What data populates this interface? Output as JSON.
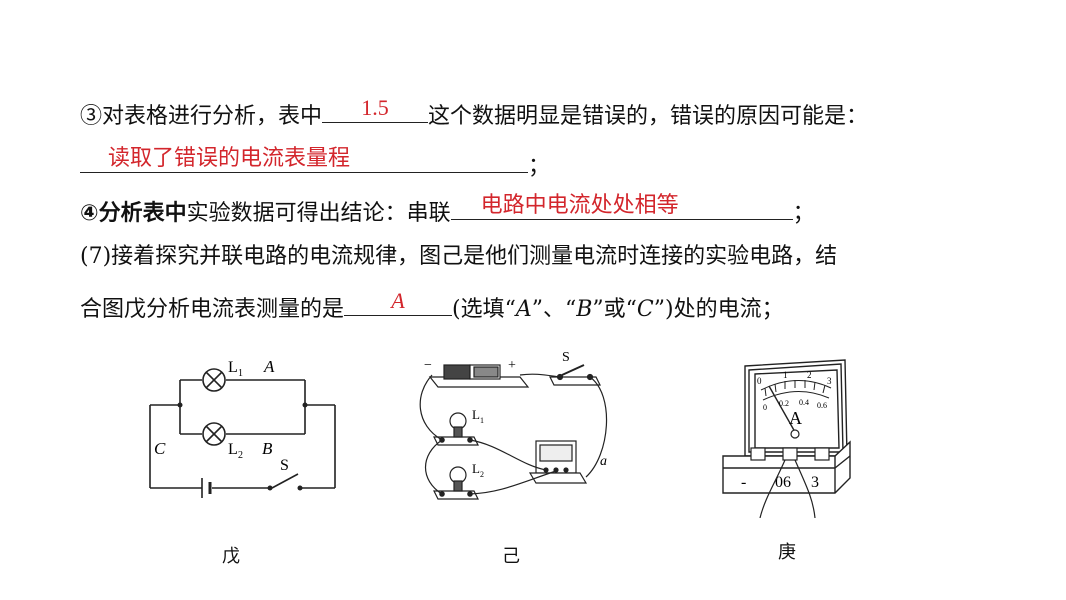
{
  "line1": {
    "prefix": "③对表格进行分析，表中",
    "answer": "1.5",
    "suffix": "这个数据明显是错误的，错误的原因可能是："
  },
  "line2": {
    "answer": "读取了错误的电流表量程",
    "suffix": "；"
  },
  "line3": {
    "bold_prefix": "④分析表中",
    "prefix": "实验数据可得出结论：串联",
    "answer": "电路中电流处处相等",
    "suffix": "；"
  },
  "line4": {
    "text": "(7)接着探究并联电路的电流规律，图己是他们测量电流时连接的实验电路，结"
  },
  "line5": {
    "prefix": "合图戊分析电流表测量的是",
    "answer": "A",
    "p1": "(选填“",
    "optA": "A",
    "p2": "”、“",
    "optB": "B",
    "p3": "”或“",
    "optC": "C",
    "p4": "”)处的电流；"
  },
  "figures": {
    "wu": {
      "caption": "戊",
      "label_L1": "L",
      "label_L1_sub": "1",
      "label_A": "A",
      "label_L2": "L",
      "label_L2_sub": "2",
      "label_B": "B",
      "label_C": "C",
      "label_S": "S"
    },
    "ji": {
      "caption": "己",
      "label_minus": "−",
      "label_plus": "+",
      "label_S": "S",
      "label_L1": "L",
      "label_L1_sub": "1",
      "label_L2": "L",
      "label_L2_sub": "2",
      "label_a": "a"
    },
    "geng": {
      "caption": "庚",
      "scale_top": [
        "0",
        "1",
        "2",
        "3"
      ],
      "scale_bottom": [
        "0",
        "0.2",
        "0.4",
        "0.6"
      ],
      "unit": "A",
      "terminals": [
        "-",
        "06",
        "3"
      ]
    }
  }
}
